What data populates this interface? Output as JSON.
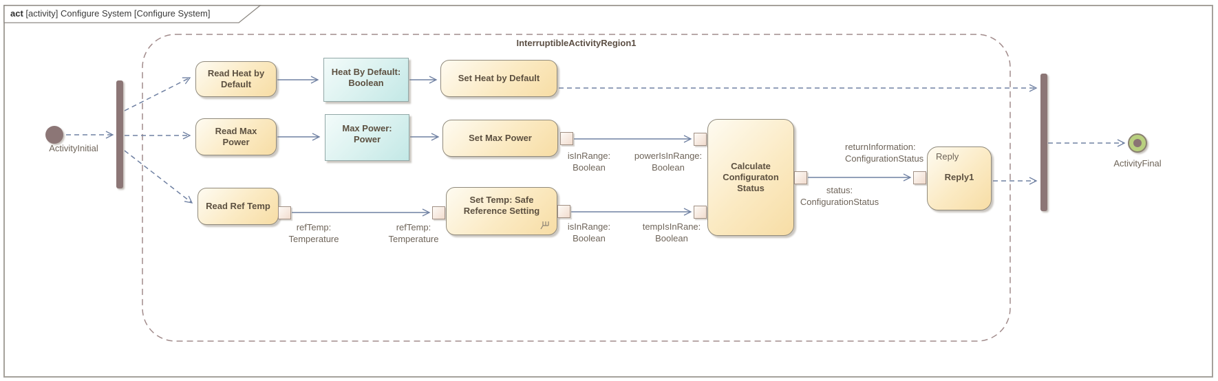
{
  "frame": {
    "title_keyword": "act",
    "title_rest": "[activity] Configure System [Configure System]"
  },
  "region": {
    "label": "InterruptibleActivityRegion1"
  },
  "nodes": {
    "activity_initial": {
      "label": "ActivityInitial"
    },
    "activity_final": {
      "label": "ActivityFinal"
    },
    "read_heat": {
      "label": "Read Heat by Default"
    },
    "heat_obj": {
      "label": "Heat By Default: Boolean"
    },
    "set_heat": {
      "label": "Set Heat by Default"
    },
    "read_power": {
      "label": "Read Max Power"
    },
    "power_obj": {
      "label": "Max Power: Power"
    },
    "set_power": {
      "label": "Set Max Power"
    },
    "read_temp": {
      "label": "Read Ref Temp"
    },
    "set_temp": {
      "label": "Set Temp: Safe Reference Setting",
      "icon": "rake-icon"
    },
    "calculate": {
      "label": "Calculate Configuraton Status"
    },
    "reply": {
      "keyword": "Reply",
      "label": "Reply1"
    }
  },
  "pin_labels": {
    "set_power_out": {
      "line1": "isInRange:",
      "line2": "Boolean"
    },
    "calc_in1": {
      "line1": "powerIsInRange:",
      "line2": "Boolean"
    },
    "read_temp_out": {
      "line1": "refTemp:",
      "line2": "Temperature"
    },
    "set_temp_in": {
      "line1": "refTemp:",
      "line2": "Temperature"
    },
    "set_temp_out": {
      "line1": "isInRange:",
      "line2": "Boolean"
    },
    "calc_in2": {
      "line1": "tempIsInRane:",
      "line2": "Boolean"
    },
    "calc_out": {
      "line1": "status:",
      "line2": "ConfigurationStatus"
    },
    "reply_in": {
      "line1": "returnInformation:",
      "line2": "ConfigurationStatus"
    }
  },
  "colors": {
    "action_fill_top": "#fefbf1",
    "action_fill_bottom": "#f7dda5",
    "action_border": "#8f897b",
    "object_fill_top": "#f3fbfa",
    "object_fill_bottom": "#c3e8e6",
    "object_border": "#91a7a6",
    "bar_fill": "#8c7676",
    "initial_fill": "#8c7676",
    "final_fill": "#b9d07f",
    "final_dot": "#8a7474",
    "flow_stroke": "#6f80a2",
    "region_dash": "#a18b8b",
    "bold_text": "#5c5040",
    "label_text": "#6e6459",
    "frame_border": "#a5a19b"
  }
}
